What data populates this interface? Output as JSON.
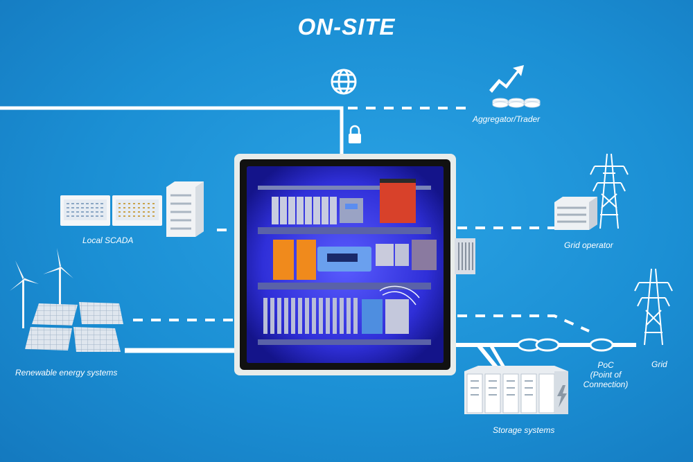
{
  "title": "ON-SITE",
  "labels": {
    "aggregator": "Aggregator/Trader",
    "local_scada": "Local SCADA",
    "grid_operator": "Grid operator",
    "renewable": "Renewable energy systems",
    "poc_line1": "PoC",
    "poc_line2": "(Point of",
    "poc_line3": "Connection)",
    "grid": "Grid",
    "storage": "Storage systems"
  },
  "icons": [
    "globe-icon",
    "lock-icon",
    "trend-up-icon",
    "coin-stack-icon",
    "server-rack-icon",
    "wind-turbine-icon",
    "solar-panel-icon",
    "power-pylon-icon",
    "battery-storage-icon",
    "lightning-icon"
  ],
  "colors": {
    "background": "#1b8fd4",
    "line": "#ffffff",
    "cabinet_glow": "#3b3bff",
    "cabinet_frame": "#e8ecea"
  }
}
